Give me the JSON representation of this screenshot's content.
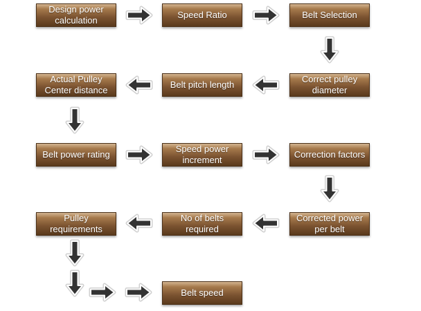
{
  "diagram": {
    "nodes": [
      {
        "id": "design-power-calculation",
        "label": "Design power\ncalculation"
      },
      {
        "id": "speed-ratio",
        "label": "Speed Ratio"
      },
      {
        "id": "belt-selection",
        "label": "Belt Selection"
      },
      {
        "id": "correct-pulley-diameter",
        "label": "Correct pulley\ndiameter"
      },
      {
        "id": "belt-pitch-length",
        "label": "Belt pitch length"
      },
      {
        "id": "actual-pulley-center-distance",
        "label": "Actual Pulley\nCenter distance"
      },
      {
        "id": "belt-power-rating",
        "label": "Belt power rating"
      },
      {
        "id": "speed-power-increment",
        "label": "Speed power\nincrement"
      },
      {
        "id": "correction-factors",
        "label": "Correction factors"
      },
      {
        "id": "corrected-power-per-belt",
        "label": "Corrected power\nper belt"
      },
      {
        "id": "no-of-belts-required",
        "label": "No of belts\nrequired"
      },
      {
        "id": "pulley-requirements",
        "label": "Pulley\nrequirements"
      },
      {
        "id": "belt-speed",
        "label": "Belt speed"
      }
    ],
    "arrow_color": "#333333"
  }
}
